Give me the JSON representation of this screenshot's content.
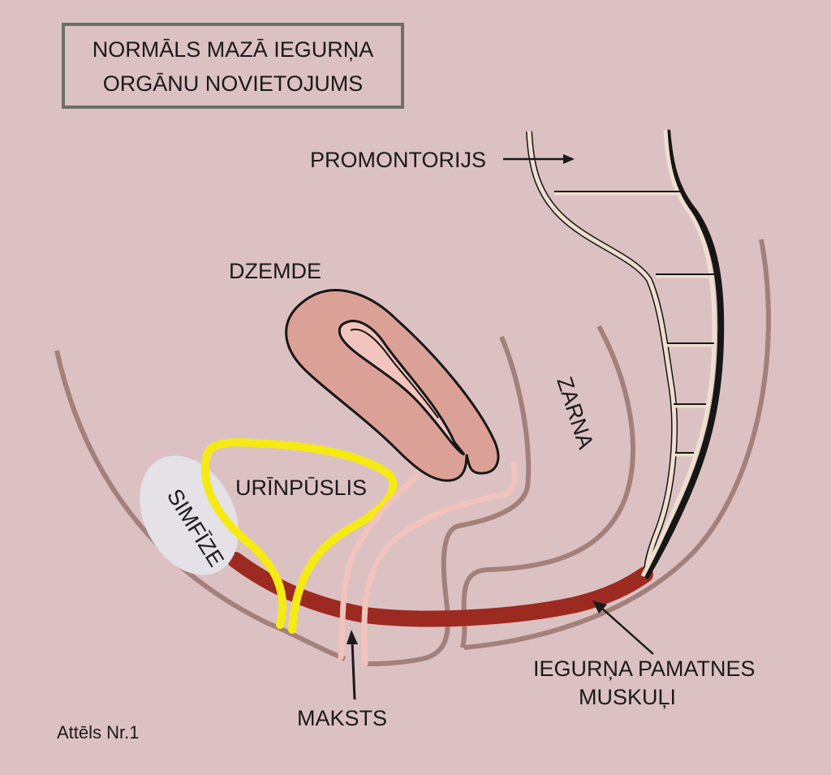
{
  "title": {
    "line1": "NORMĀLS MAZĀ IEGURŅA",
    "line2": "ORGĀNU NOVIETOJUMS"
  },
  "labels": {
    "promontory": "PROMONTORIJS",
    "uterus": "DZEMDE",
    "bowel": "ZARNA",
    "symphysis": "SIMFĪZE",
    "bladder": "URĪNPŪSLIS",
    "vagina": "MAKSTS",
    "pelvic_floor_line1": "IEGURŅA PAMATNES",
    "pelvic_floor_line2": "MUSKUĻI"
  },
  "caption": "Attēls Nr.1",
  "colors": {
    "background": "#dcc1c3",
    "outline": "#a3807a",
    "muscle": "#9d2a20",
    "uterus": "#dba096",
    "bladder": "#f5ea14",
    "vagina": "#f2c2bd",
    "symphysis": "#e4e1e7",
    "spine": "#eedfcf"
  }
}
